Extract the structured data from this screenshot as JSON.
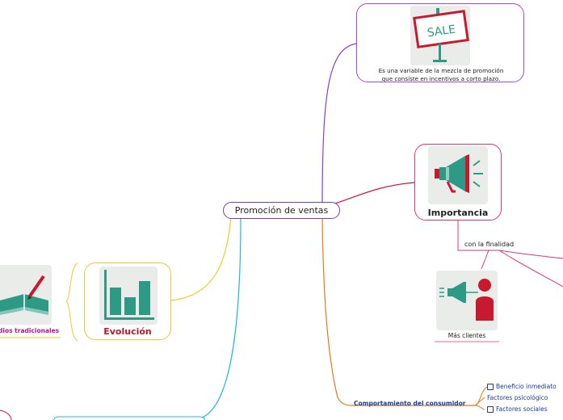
{
  "central": {
    "label": "Promoción de ventas"
  },
  "definition": {
    "text_line1": "Es una variable de la mezcla de promoción",
    "text_line2": "que consiste en incentivos a corto plazo.",
    "image_text": "SALE"
  },
  "importance": {
    "title": "Importancia",
    "link_label": "con la  finalidad",
    "child_label": "Más clientes"
  },
  "evolution": {
    "title": "Evolución",
    "child_label": "dios tradicionales"
  },
  "consumer": {
    "title": "Comportamiento del consumidor",
    "items": [
      "Beneficio inmediato",
      "Factores psicológico",
      "Factores sociales"
    ]
  },
  "colors": {
    "purple": "#8b3fc7",
    "crimson": "#c8194a",
    "orange": "#e07b1a",
    "yellow": "#f2c82a",
    "cyan": "#26b8d8",
    "teal": "#2e9a86",
    "red": "#c8192f",
    "blue": "#1b3c9e",
    "magenta": "#b0188c"
  }
}
